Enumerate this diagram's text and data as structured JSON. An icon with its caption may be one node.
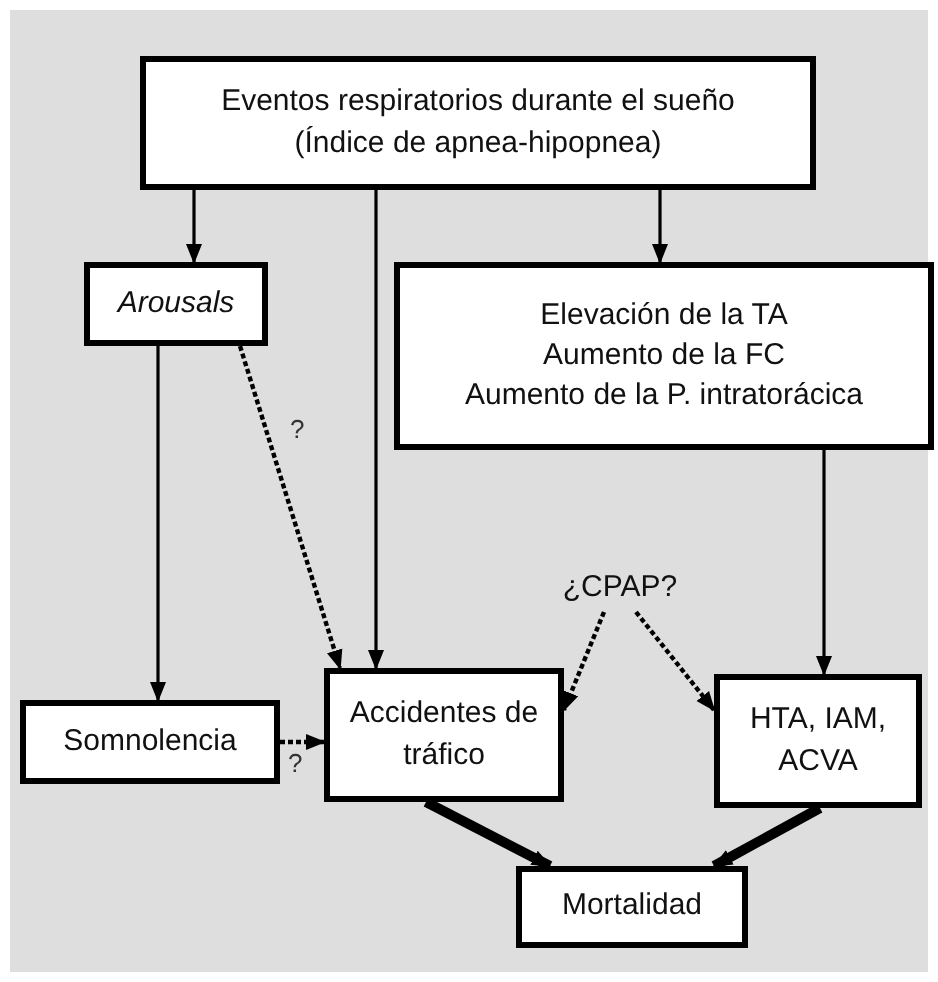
{
  "diagram": {
    "nodes": [
      {
        "text": [
          "Eventos respiratorios durante el sueño",
          "(Índice de apnea-hipopnea)"
        ]
      },
      {
        "text": [
          "Arousals"
        ]
      },
      {
        "text": [
          "Elevación de la TA",
          "Aumento de la FC",
          "Aumento de la P. intratorácica"
        ]
      },
      {
        "text": [
          "Somnolencia"
        ]
      },
      {
        "text": [
          "Accidentes de tráfico"
        ]
      },
      {
        "text": [
          "¿CPAP?"
        ]
      },
      {
        "text": [
          "HTA, IAM, ACVA"
        ]
      },
      {
        "text": [
          "Mortalidad"
        ]
      }
    ],
    "edges": [
      {
        "from": 0,
        "to": 1,
        "arrow": "to"
      },
      {
        "from": 0,
        "to": 4,
        "arrow": "to"
      },
      {
        "from": 0,
        "to": 2,
        "arrow": "to"
      },
      {
        "from": 1,
        "to": 4,
        "arrow": "to",
        "label": "?",
        "style": "dashed"
      },
      {
        "from": 1,
        "to": 3,
        "arrow": "to"
      },
      {
        "from": 2,
        "to": 6,
        "arrow": "to"
      },
      {
        "from": 3,
        "to": 4,
        "arrow": "to",
        "label": "?",
        "style": "dashed"
      },
      {
        "from": 5,
        "to": 4,
        "arrow": "to",
        "style": "dashed"
      },
      {
        "from": 5,
        "to": 6,
        "arrow": "to",
        "style": "dashed"
      },
      {
        "from": 4,
        "to": 7,
        "arrow": "to",
        "style": "thick"
      },
      {
        "from": 6,
        "to": 7,
        "arrow": "to",
        "style": "thick"
      }
    ]
  }
}
